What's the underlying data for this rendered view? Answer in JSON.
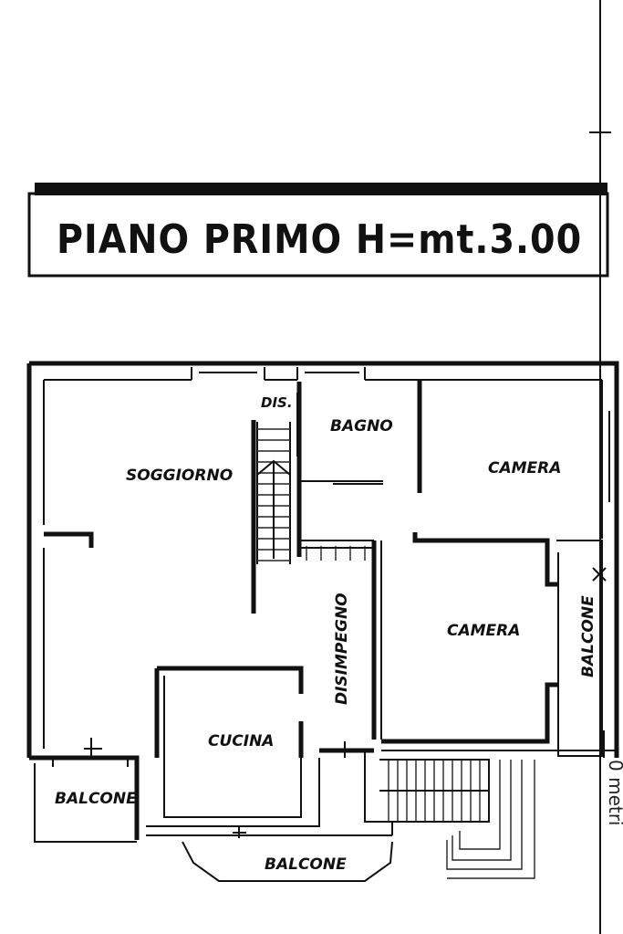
{
  "title": "PIANO PRIMO H=mt.3.00",
  "rooms": {
    "soggiorno": "SOGGIORNO",
    "dis": "DIS.",
    "bagno": "BAGNO",
    "camera_1": "CAMERA",
    "camera_2": "CAMERA",
    "disimpegno": "DISIMPEGNO",
    "cucina": "CUCINA",
    "balcone_left": "BALCONE",
    "balcone_bottom": "BALCONE",
    "balcone_right": "BALCONE"
  },
  "side_note": "0 metri"
}
